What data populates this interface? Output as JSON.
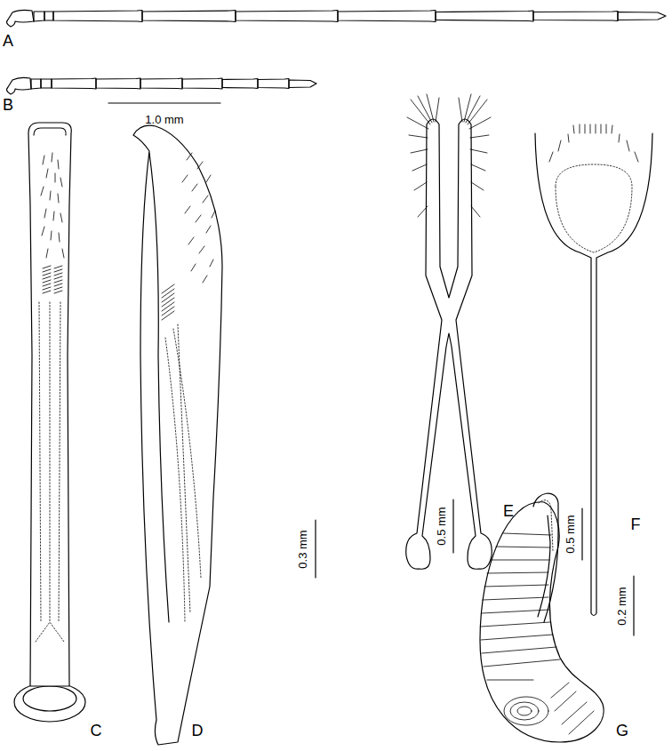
{
  "diagram": {
    "labels": [
      "A",
      "B",
      "1.0 mm",
      "C",
      "D",
      "0.3 mm",
      "E",
      "0.5 mm",
      "F",
      "0.5 mm",
      "G",
      "0.2 mm"
    ]
  }
}
